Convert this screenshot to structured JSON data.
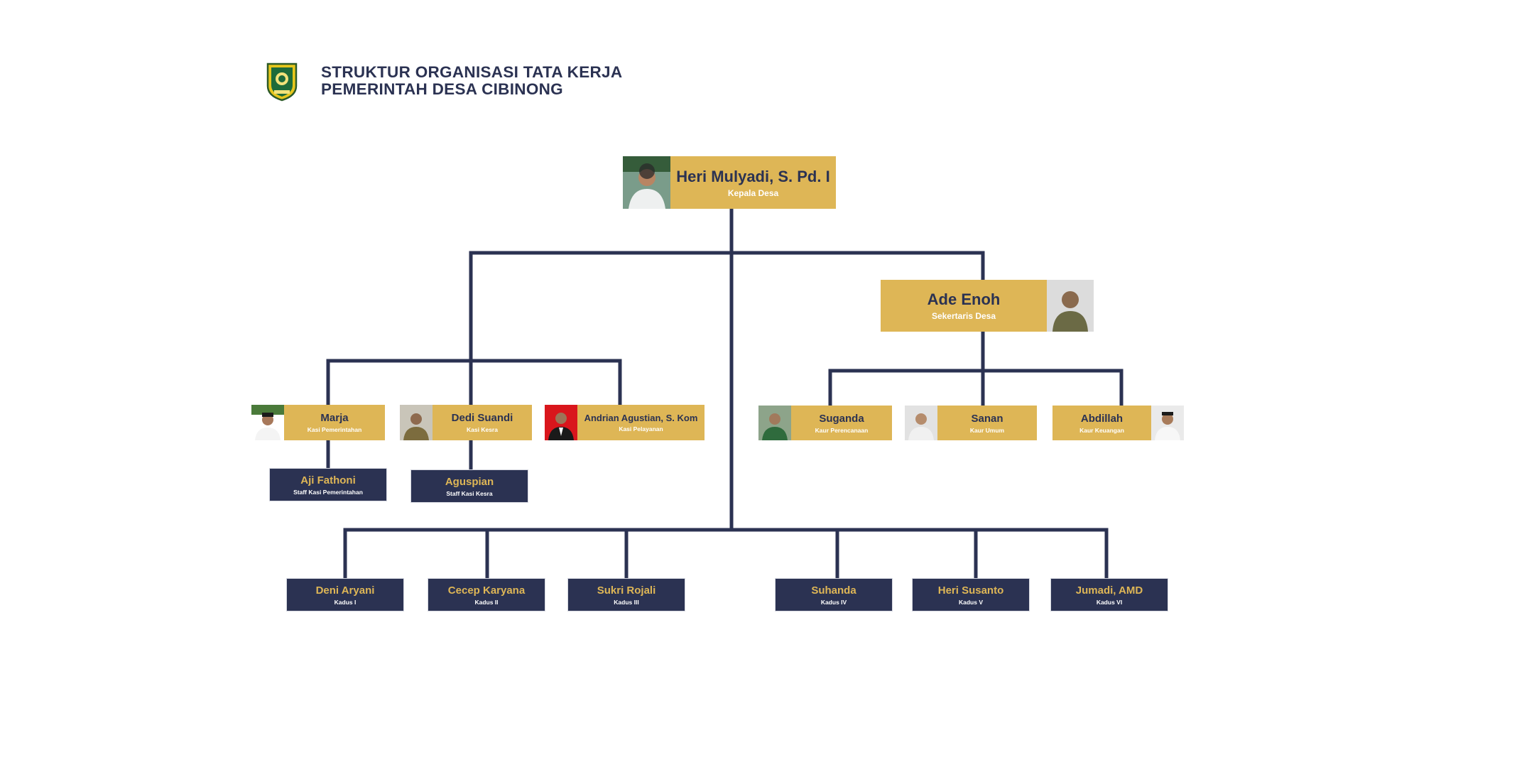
{
  "header": {
    "logo": "kabupaten-bogor-emblem",
    "title_line1": "STRUKTUR ORGANISASI TATA KERJA",
    "title_line2": "PEMERINTAH DESA CIBINONG"
  },
  "colors": {
    "navy": "#2b3252",
    "gold": "#deb656",
    "white": "#ffffff"
  },
  "kepala": {
    "name": "Heri Mulyadi, S. Pd. I",
    "role": "Kepala Desa"
  },
  "sekretaris": {
    "name": "Ade Enoh",
    "role": "Sekertaris Desa"
  },
  "kasi": [
    {
      "name": "Marja",
      "role": "Kasi Pemerintahan"
    },
    {
      "name": "Dedi Suandi",
      "role": "Kasi Kesra"
    },
    {
      "name": "Andrian Agustian, S. Kom",
      "role": "Kasi Pelayanan"
    }
  ],
  "staff": [
    {
      "name": "Aji Fathoni",
      "role": "Staff Kasi Pemerintahan"
    },
    {
      "name": "Aguspian",
      "role": "Staff Kasi Kesra"
    }
  ],
  "kaur": [
    {
      "name": "Suganda",
      "role": "Kaur Perencanaan"
    },
    {
      "name": "Sanan",
      "role": "Kaur Umum"
    },
    {
      "name": "Abdillah",
      "role": "Kaur Keuangan"
    }
  ],
  "kadus": [
    {
      "name": "Deni Aryani",
      "role": "Kadus I"
    },
    {
      "name": "Cecep Karyana",
      "role": "Kadus II"
    },
    {
      "name": "Sukri Rojali",
      "role": "Kadus III"
    },
    {
      "name": "Suhanda",
      "role": "Kadus IV"
    },
    {
      "name": "Heri Susanto",
      "role": "Kadus V"
    },
    {
      "name": "Jumadi, AMD",
      "role": "Kadus VI"
    }
  ]
}
